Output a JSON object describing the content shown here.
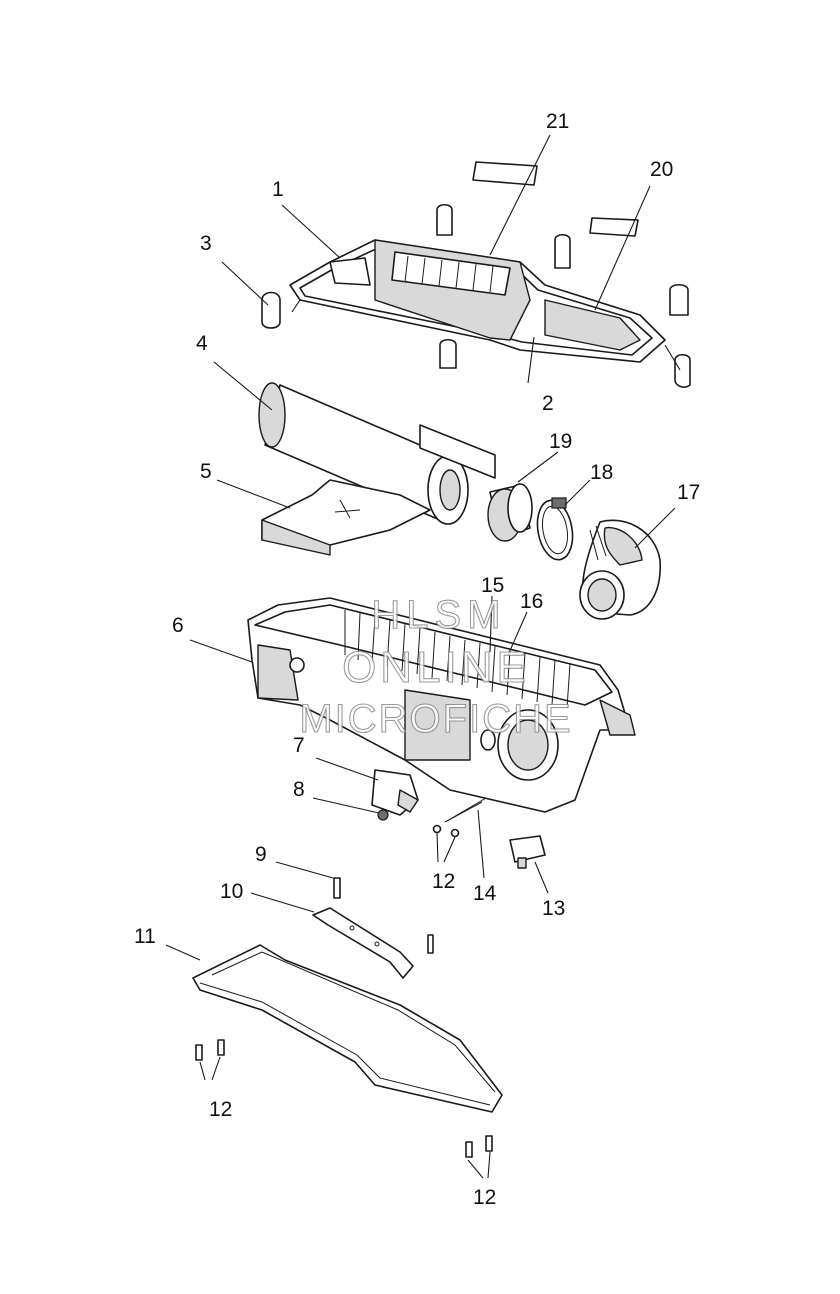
{
  "callouts": {
    "c1": "1",
    "c2": "2",
    "c3": "3",
    "c4": "4",
    "c5": "5",
    "c6": "6",
    "c7": "7",
    "c8": "8",
    "c9": "9",
    "c10": "10",
    "c11": "11",
    "c12a": "12",
    "c12b": "12",
    "c12c": "12",
    "c13": "13",
    "c14": "14",
    "c15": "15",
    "c16": "16",
    "c17": "17",
    "c18": "18",
    "c19": "19",
    "c20": "20",
    "c21": "21"
  },
  "watermark": {
    "line1": "HLSM",
    "line2": "ONLINE",
    "line3": "MICROFICHE"
  }
}
